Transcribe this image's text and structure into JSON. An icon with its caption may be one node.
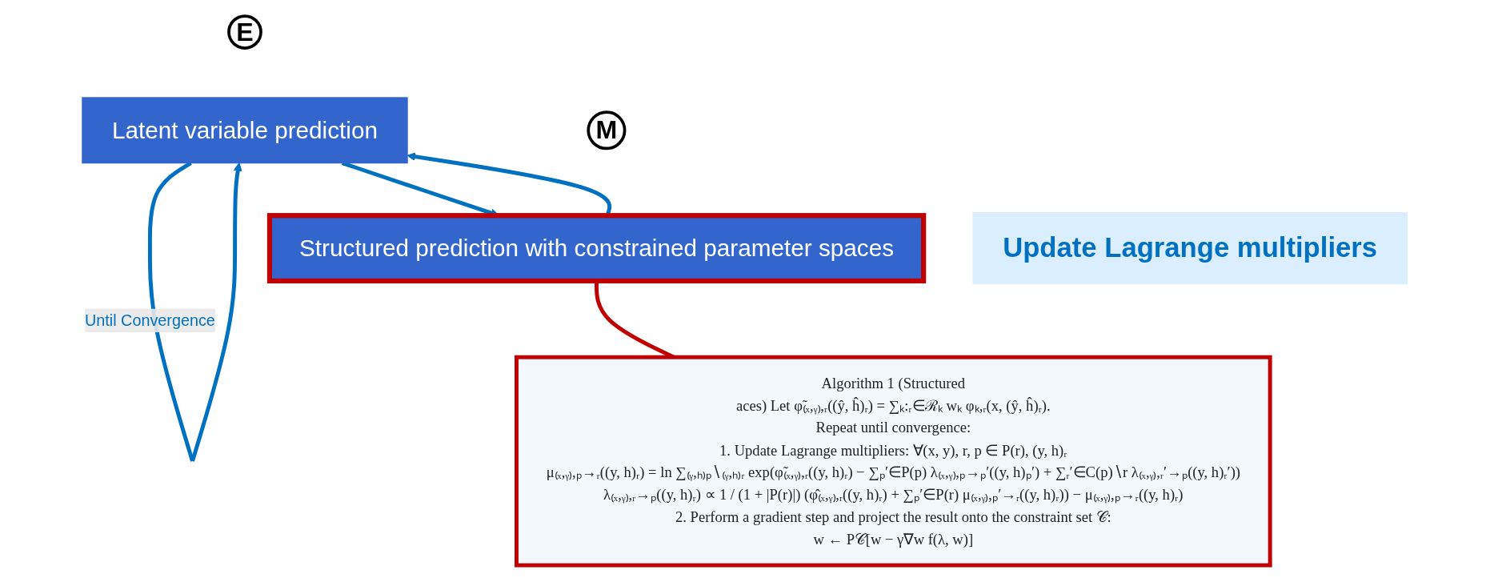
{
  "diagram": {
    "nodes": [
      {
        "text": [
          "E"
        ]
      },
      {
        "text": [
          "Latent variable prediction"
        ]
      },
      {
        "text": [
          "Update Lagrange multipliers"
        ]
      },
      {
        "text": [
          "M"
        ]
      },
      {
        "text": [
          "Structured prediction with constrained parameter spaces"
        ]
      },
      {
        "text": [
          "Algorithm 1 (Structured",
          "aces) Let φ̃₍ₓ,ᵧ₎,ᵣ((ŷ, ĥ)ᵣ) = ∑ₖ:ᵣ∈ℛₖ wₖ φₖ,ᵣ(x, (ŷ, ĥ)ᵣ).",
          "Repeat until convergence:",
          "1. Update Lagrange multipliers: ∀(x, y), r, p ∈ P(r), (y, h)ᵣ",
          "μ₍ₓ,ᵧ₎,ₚ→ᵣ((y, h)ᵣ) = ln ∑₍ᵧ,ₕ₎ₚ∖₍ᵧ,ₕ₎ᵣ exp(φ̃₍ₓ,ᵧ₎,ᵣ((y, h)ᵣ) − ∑ₚ′∈P(p) λ₍ₓ,ᵧ₎,ₚ→ₚ′((y, h)ₚ′) + ∑ᵣ′∈C(p)∖r λ₍ₓ,ᵧ₎,ᵣ′→ₚ((y, h)ᵣ′))",
          "λ₍ₓ,ᵧ₎,ᵣ→ₚ((y, h)ᵣ) ∝ 1 / (1 + |P(r)|) (φ̂₍ₓ,ᵧ₎,ᵣ((y, h)ᵣ) + ∑ₚ′∈P(r) μ₍ₓ,ᵧ₎,ₚ′→ᵣ((y, h)ᵣ)) − μ₍ₓ,ᵧ₎,ₚ→ᵣ((y, h)ᵣ)",
          "2. Perform a gradient step and project the result onto the constraint set 𝒞:",
          "w ← P𝒞[w − γ∇w f(λ, w)]"
        ]
      }
    ],
    "edges": [
      {
        "from": 1,
        "to": 1,
        "arrow": "to",
        "label": "Until Convergence"
      },
      {
        "from": 1,
        "to": 4,
        "arrow": "to"
      },
      {
        "from": 4,
        "to": 1,
        "arrow": "to"
      },
      {
        "from": 4,
        "to": 5,
        "arrow": "none",
        "color": "#c00000"
      }
    ]
  }
}
